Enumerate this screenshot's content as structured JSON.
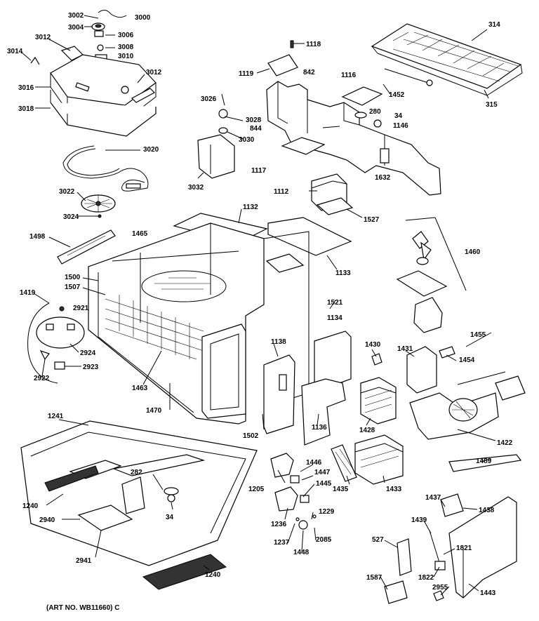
{
  "footer": {
    "art_no": "(ART NO. WB11660) C"
  },
  "labels": [
    {
      "id": "l3002",
      "text": "3002"
    },
    {
      "id": "l3000",
      "text": "3000"
    },
    {
      "id": "l3004",
      "text": "3004"
    },
    {
      "id": "l3006",
      "text": "3006"
    },
    {
      "id": "l3012a",
      "text": "3012"
    },
    {
      "id": "l3008",
      "text": "3008"
    },
    {
      "id": "l3010",
      "text": "3010"
    },
    {
      "id": "l3014",
      "text": "3014"
    },
    {
      "id": "l3012b",
      "text": "3012"
    },
    {
      "id": "l3016",
      "text": "3016"
    },
    {
      "id": "l3018",
      "text": "3018"
    },
    {
      "id": "l3020",
      "text": "3020"
    },
    {
      "id": "l3022",
      "text": "3022"
    },
    {
      "id": "l3024",
      "text": "3024"
    },
    {
      "id": "l1118",
      "text": "1118"
    },
    {
      "id": "l1119",
      "text": "1119"
    },
    {
      "id": "l842",
      "text": "842"
    },
    {
      "id": "l1116",
      "text": "1116"
    },
    {
      "id": "l280",
      "text": "280"
    },
    {
      "id": "l34a",
      "text": "34"
    },
    {
      "id": "l1146",
      "text": "1146"
    },
    {
      "id": "l844",
      "text": "844"
    },
    {
      "id": "l1117",
      "text": "1117"
    },
    {
      "id": "l1632",
      "text": "1632"
    },
    {
      "id": "l1452",
      "text": "1452"
    },
    {
      "id": "l314",
      "text": "314"
    },
    {
      "id": "l315",
      "text": "315"
    },
    {
      "id": "l3026",
      "text": "3026"
    },
    {
      "id": "l3028",
      "text": "3028"
    },
    {
      "id": "l3030",
      "text": "3030"
    },
    {
      "id": "l3032",
      "text": "3032"
    },
    {
      "id": "l1112",
      "text": "1112"
    },
    {
      "id": "l1527",
      "text": "1527"
    },
    {
      "id": "l1132",
      "text": "1132"
    },
    {
      "id": "l1133",
      "text": "1133"
    },
    {
      "id": "l1498",
      "text": "1498"
    },
    {
      "id": "l1465",
      "text": "1465"
    },
    {
      "id": "l1500",
      "text": "1500"
    },
    {
      "id": "l1507",
      "text": "1507"
    },
    {
      "id": "l1419",
      "text": "1419"
    },
    {
      "id": "l2921",
      "text": "2921"
    },
    {
      "id": "l2924",
      "text": "2924"
    },
    {
      "id": "l2923",
      "text": "2923"
    },
    {
      "id": "l2922",
      "text": "2922"
    },
    {
      "id": "l1463",
      "text": "1463"
    },
    {
      "id": "l1521",
      "text": "1521"
    },
    {
      "id": "l1134",
      "text": "1134"
    },
    {
      "id": "l1138a",
      "text": "1138"
    },
    {
      "id": "l1460",
      "text": "1460"
    },
    {
      "id": "l1455",
      "text": "1455"
    },
    {
      "id": "l1454",
      "text": "1454"
    },
    {
      "id": "l1430",
      "text": "1430"
    },
    {
      "id": "l1431",
      "text": "1431"
    },
    {
      "id": "l1470",
      "text": "1470"
    },
    {
      "id": "l1502",
      "text": "1502"
    },
    {
      "id": "l1136",
      "text": "1136"
    },
    {
      "id": "l1428",
      "text": "1428"
    },
    {
      "id": "l1422",
      "text": "1422"
    },
    {
      "id": "l1241",
      "text": "1241"
    },
    {
      "id": "l1205",
      "text": "1205"
    },
    {
      "id": "l1446",
      "text": "1446"
    },
    {
      "id": "l1447",
      "text": "1447"
    },
    {
      "id": "l1445",
      "text": "1445"
    },
    {
      "id": "l1433",
      "text": "1433"
    },
    {
      "id": "l1435",
      "text": "1435"
    },
    {
      "id": "l1489",
      "text": "1489"
    },
    {
      "id": "l282",
      "text": "282"
    },
    {
      "id": "l1240a",
      "text": "1240"
    },
    {
      "id": "l2940",
      "text": "2940"
    },
    {
      "id": "l34b",
      "text": "34"
    },
    {
      "id": "l1236",
      "text": "1236"
    },
    {
      "id": "l1229",
      "text": "1229"
    },
    {
      "id": "l1237",
      "text": "1237"
    },
    {
      "id": "l2085",
      "text": "2085"
    },
    {
      "id": "l1448",
      "text": "1448"
    },
    {
      "id": "l1437",
      "text": "1437"
    },
    {
      "id": "l1438",
      "text": "1438"
    },
    {
      "id": "l1439",
      "text": "1439"
    },
    {
      "id": "l527",
      "text": "527"
    },
    {
      "id": "l1821",
      "text": "1821"
    },
    {
      "id": "l1822",
      "text": "1822"
    },
    {
      "id": "l2941",
      "text": "2941"
    },
    {
      "id": "l1240b",
      "text": "1240"
    },
    {
      "id": "l1587",
      "text": "1587"
    },
    {
      "id": "l2955",
      "text": "2955"
    },
    {
      "id": "l1443",
      "text": "1443"
    }
  ]
}
